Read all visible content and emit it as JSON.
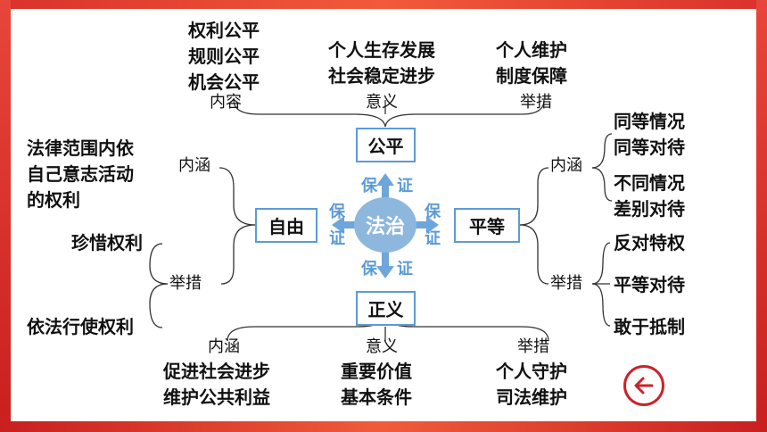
{
  "center": "法治",
  "guarantee": "保",
  "guarantee2": "证",
  "nodes": {
    "fairness": "公平",
    "freedom": "自由",
    "equality": "平等",
    "justice": "正义"
  },
  "fairness": {
    "content_label": "内容",
    "content_items": [
      "权利公平",
      "规则公平",
      "机会公平"
    ],
    "meaning_label": "意义",
    "meaning_items": [
      "个人生存发展",
      "社会稳定进步"
    ],
    "measure_label": "举措",
    "measure_items": [
      "个人维护",
      "制度保障"
    ]
  },
  "freedom": {
    "connotation_label": "内涵",
    "connotation_items": [
      "法律范围内依",
      "自己意志活动",
      "的权利"
    ],
    "measure_label": "举措",
    "measure_items": [
      "珍惜权利",
      "依法行使权利"
    ]
  },
  "equality": {
    "connotation_label": "内涵",
    "connotation_items": [
      "同等情况",
      "同等对待",
      "不同情况",
      "差别对待"
    ],
    "measure_label": "举措",
    "measure_items": [
      "反对特权",
      "平等对待",
      "敢于抵制"
    ]
  },
  "justice": {
    "connotation_label": "内涵",
    "connotation_items": [
      "促进社会进步",
      "维护公共利益"
    ],
    "meaning_label": "意义",
    "meaning_items": [
      "重要价值",
      "基本条件"
    ],
    "measure_label": "举措",
    "measure_items": [
      "个人守护",
      "司法维护"
    ]
  },
  "colors": {
    "accent": "#5b9bd5",
    "center_fill": "#8eb7dd",
    "frame_red": "#d9322b"
  },
  "icons": {
    "back": "back-arrow-icon"
  }
}
